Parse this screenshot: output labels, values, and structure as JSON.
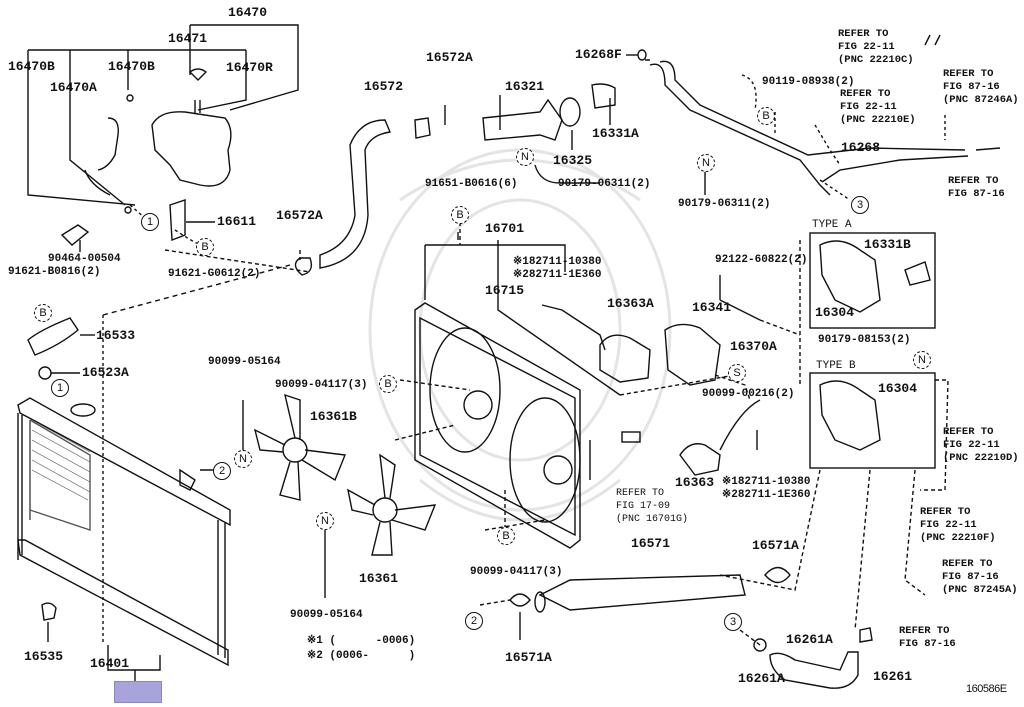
{
  "figure_id": "160586E",
  "highlight_color": "#a7a4db",
  "labels": {
    "p16470": "16470",
    "p16471": "16471",
    "p16470B_1": "16470B",
    "p16470B_2": "16470B",
    "p16470A": "16470A",
    "p16470R": "16470R",
    "p16611": "16611",
    "p90464": "90464-00504",
    "p91621_B0816": "91621-B0816(2)",
    "p91621_G0612": "91621-G0612(2)",
    "p16533": "16533",
    "p16523A": "16523A",
    "p16535": "16535",
    "p16401": "16401",
    "p16572": "16572",
    "p16572A_top": "16572A",
    "p16572A_bot": "16572A",
    "p16321": "16321",
    "p16325": "16325",
    "p16331A": "16331A",
    "p16268F": "16268F",
    "p90179_06311_a": "90179-06311(2)",
    "p90179_06311_b": "90179-06311(2)",
    "p91651": "91651-B0616(6)",
    "p90119": "90119-08938(2)",
    "p16268": "16268",
    "p16701": "16701",
    "p16715": "16715",
    "p82711_1a": "※182711-10380",
    "p82711_2a": "※282711-1E360",
    "p16363A": "16363A",
    "p16341": "16341",
    "p16370A": "16370A",
    "p92122": "92122-60822(2)",
    "p90099_00216": "90099-00216(2)",
    "p16363": "16363",
    "p82711_1b": "※182711-10380",
    "p82711_2b": "※282711-1E360",
    "p90099_05164_a": "90099-05164",
    "p90099_05164_b": "90099-05164",
    "p90099_04117_a": "90099-04117(3)",
    "p90099_04117_b": "90099-04117(3)",
    "p16361B": "16361B",
    "p16361": "16361",
    "p16571": "16571",
    "p16571A_a": "16571A",
    "p16571A_b": "16571A",
    "p16261A_a": "16261A",
    "p16261A_b": "16261A",
    "p16261": "16261",
    "type_a": "TYPE A",
    "type_b": "TYPE B",
    "p16331B": "16331B",
    "p16304_a": "16304",
    "p16304_b": "16304",
    "p90179_08153": "90179-08153(2)"
  },
  "refs": {
    "r22210C": "REFER TO\nFIG 22-11\n(PNC 22210C)",
    "r87246A": "REFER TO\nFIG 87-16\n(PNC 87246A)",
    "r22210E": "REFER TO\nFIG 22-11\n(PNC 22210E)",
    "r87_16_top": "REFER TO\nFIG 87-16",
    "r17_09": "REFER TO\nFIG 17-09\n(PNC 16701G)",
    "r22210D": "REFER TO\nFIG 22-11\n(PNC 22210D)",
    "r22210F": "REFER TO\nFIG 22-11\n(PNC 22210F)",
    "r87245A": "REFER TO\nFIG 87-16\n(PNC 87245A)",
    "r87_16_bot": "REFER TO\nFIG 87-16"
  },
  "notes": {
    "n1": "※1 (      -0006)",
    "n2": "※2 (0006-      )"
  },
  "callouts": {
    "c1": "1",
    "c2": "2",
    "c3": "3",
    "B": "B",
    "N": "N",
    "S": "S"
  }
}
